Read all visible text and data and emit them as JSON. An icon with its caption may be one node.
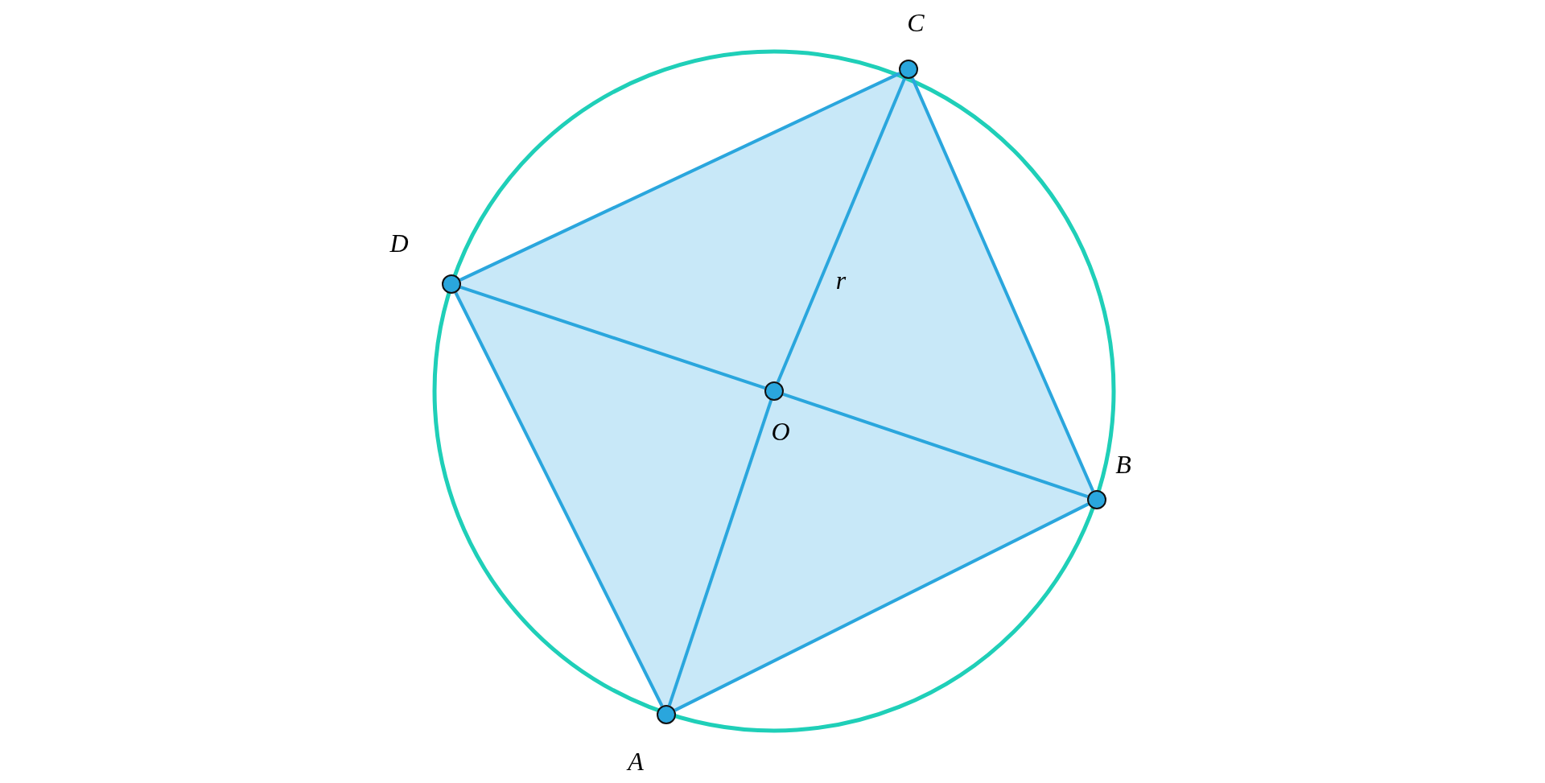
{
  "diagram": {
    "nodes": [
      {
        "text": [],
        "shape": "circle",
        "beside": [
          "A"
        ]
      },
      {
        "text": [],
        "shape": "circle",
        "beside": [
          "B"
        ]
      },
      {
        "text": [],
        "shape": "circle",
        "beside": [
          "C"
        ]
      },
      {
        "text": [],
        "shape": "circle",
        "beside": [
          "D"
        ]
      },
      {
        "text": [],
        "shape": "circle",
        "beside": [
          "O"
        ]
      }
    ],
    "edges": [
      {
        "from": 0,
        "to": 1,
        "arrow": "none"
      },
      {
        "from": 1,
        "to": 2,
        "arrow": "none"
      },
      {
        "from": 2,
        "to": 3,
        "arrow": "none"
      },
      {
        "from": 3,
        "to": 0,
        "arrow": "none"
      },
      {
        "from": 0,
        "to": 4,
        "arrow": "none"
      },
      {
        "from": 4,
        "to": 2,
        "arrow": "none",
        "label": "r"
      },
      {
        "from": 1,
        "to": 4,
        "arrow": "none"
      },
      {
        "from": 4,
        "to": 3,
        "arrow": "none"
      }
    ]
  }
}
